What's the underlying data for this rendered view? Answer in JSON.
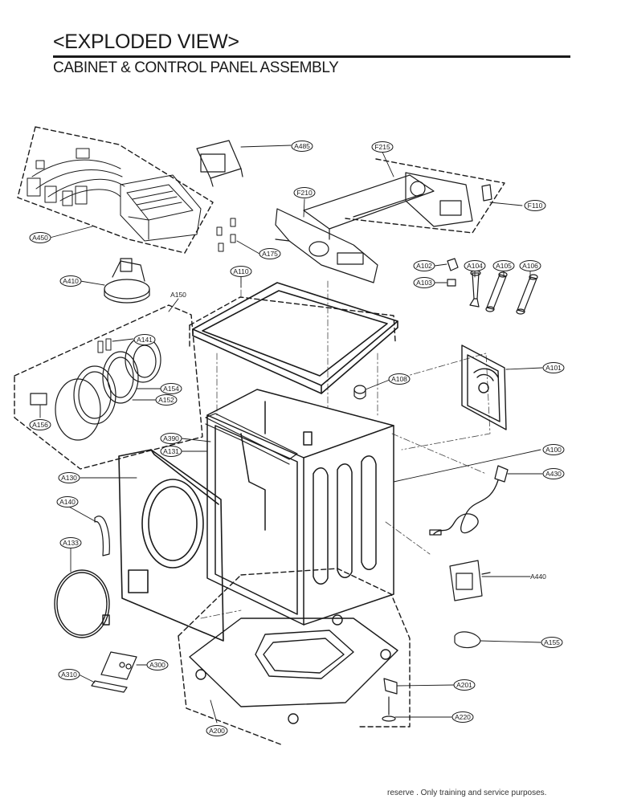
{
  "page": {
    "title": "<EXPLODED VIEW>",
    "subtitle": "CABINET & CONTROL  PANEL ASSEMBLY",
    "footer_line1": "reserve  . Only training and service purposes."
  },
  "labels": [
    {
      "id": "A485",
      "text": "A485"
    },
    {
      "id": "F215",
      "text": "F215"
    },
    {
      "id": "F210",
      "text": "F210"
    },
    {
      "id": "F110",
      "text": "F110"
    },
    {
      "id": "A450",
      "text": "A450"
    },
    {
      "id": "A175",
      "text": "A175"
    },
    {
      "id": "A110",
      "text": "A110"
    },
    {
      "id": "A102",
      "text": "A102"
    },
    {
      "id": "A104",
      "text": "A104"
    },
    {
      "id": "A105",
      "text": "A105"
    },
    {
      "id": "A106",
      "text": "A106"
    },
    {
      "id": "A103",
      "text": "A103"
    },
    {
      "id": "A410",
      "text": "A410"
    },
    {
      "id": "A150",
      "text": "A150"
    },
    {
      "id": "A141",
      "text": "A141"
    },
    {
      "id": "A108",
      "text": "A108"
    },
    {
      "id": "A101",
      "text": "A101"
    },
    {
      "id": "A154",
      "text": "A154"
    },
    {
      "id": "A152",
      "text": "A152"
    },
    {
      "id": "A156",
      "text": "A156"
    },
    {
      "id": "A390",
      "text": "A390"
    },
    {
      "id": "A131",
      "text": "A131"
    },
    {
      "id": "A100",
      "text": "A100"
    },
    {
      "id": "A130",
      "text": "A130"
    },
    {
      "id": "A430",
      "text": "A430"
    },
    {
      "id": "A140",
      "text": "A140"
    },
    {
      "id": "A133",
      "text": "A133"
    },
    {
      "id": "A440",
      "text": "A440"
    },
    {
      "id": "A155",
      "text": "A155"
    },
    {
      "id": "A310",
      "text": "A310"
    },
    {
      "id": "A300",
      "text": "A300"
    },
    {
      "id": "A201",
      "text": "A201"
    },
    {
      "id": "A220",
      "text": "A220"
    },
    {
      "id": "A200",
      "text": "A200"
    }
  ]
}
